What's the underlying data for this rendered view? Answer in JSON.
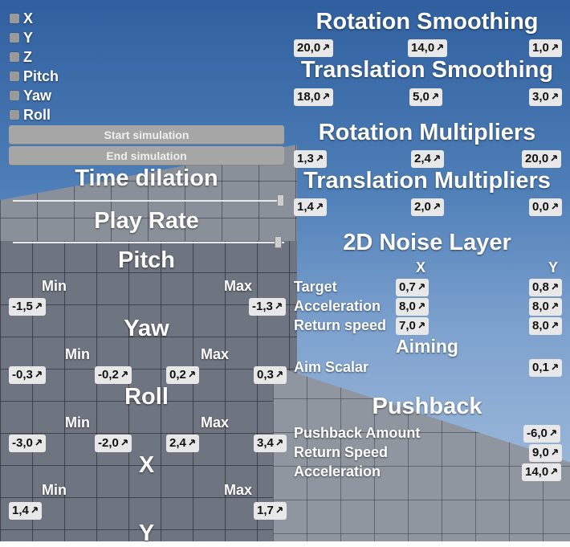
{
  "axes_checkboxes": [
    "X",
    "Y",
    "Z",
    "Pitch",
    "Yaw",
    "Roll"
  ],
  "buttons": {
    "start": "Start simulation",
    "end": "End simulation"
  },
  "time_dilation": {
    "title": "Time dilation",
    "value": 1.0
  },
  "play_rate": {
    "title": "Play Rate",
    "value": 0.99
  },
  "left_sections": {
    "pitch": {
      "title": "Pitch",
      "min_label": "Min",
      "max_label": "Max",
      "values": [
        "-1,5",
        "-1,3"
      ]
    },
    "yaw": {
      "title": "Yaw",
      "min_label": "Min",
      "max_label": "Max",
      "values": [
        "-0,3",
        "-0,2",
        "0,2",
        "0,3"
      ]
    },
    "roll": {
      "title": "Roll",
      "min_label": "Min",
      "max_label": "Max",
      "values": [
        "-3,0",
        "-2,0",
        "2,4",
        "3,4"
      ]
    },
    "x": {
      "title": "X",
      "min_label": "Min",
      "max_label": "Max",
      "values": [
        "1,4",
        "1,7"
      ]
    },
    "y": {
      "title": "Y"
    }
  },
  "rotation_smoothing": {
    "title": "Rotation Smoothing",
    "values": [
      "20,0",
      "14,0",
      "1,0"
    ]
  },
  "translation_smoothing": {
    "title": "Translation Smoothing",
    "values": [
      "18,0",
      "5,0",
      "3,0"
    ]
  },
  "rotation_multipliers": {
    "title": "Rotation Multipliers",
    "values": [
      "1,3",
      "2,4",
      "20,0"
    ]
  },
  "translation_multipliers": {
    "title": "Translation Multipliers",
    "values": [
      "1,4",
      "2,0",
      "0,0"
    ]
  },
  "noise_layer": {
    "title": "2D Noise Layer",
    "col_x": "X",
    "col_y": "Y",
    "rows": [
      {
        "label": "Target",
        "x": "0,7",
        "y": "0,8"
      },
      {
        "label": "Acceleration",
        "x": "8,0",
        "y": "8,0"
      },
      {
        "label": "Return speed",
        "x": "7,0",
        "y": "8,0"
      }
    ]
  },
  "aiming": {
    "title": "Aiming",
    "label": "Aim Scalar",
    "value": "0,1"
  },
  "pushback": {
    "title": "Pushback",
    "rows": [
      {
        "label": "Pushback Amount",
        "value": "-6,0"
      },
      {
        "label": "Return Speed",
        "value": "9,0"
      },
      {
        "label": "Acceleration",
        "value": "14,0"
      }
    ]
  }
}
